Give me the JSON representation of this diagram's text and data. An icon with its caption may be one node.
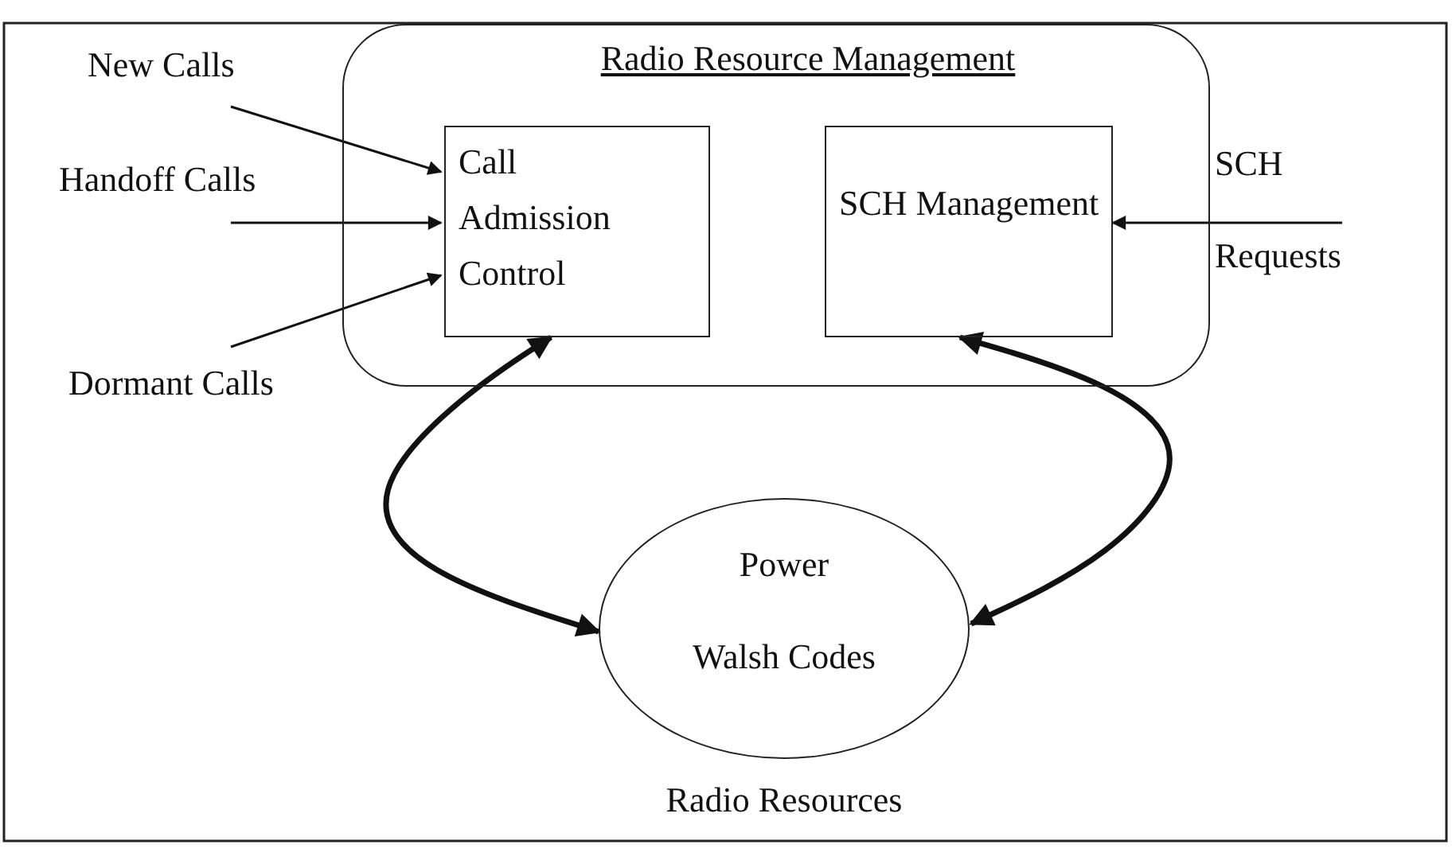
{
  "diagram": {
    "nodes": [
      {
        "text": [
          "Radio Resource Management"
        ]
      },
      {
        "text": [
          "Call Admission Control"
        ],
        "in": 0
      },
      {
        "text": [
          "SCH Management"
        ],
        "in": 0
      },
      {
        "text": [
          "Power",
          "Walsh Codes"
        ],
        "beside": [
          "Radio Resources"
        ]
      },
      {
        "text": [
          "New Calls"
        ]
      },
      {
        "text": [
          "Handoff Calls"
        ]
      },
      {
        "text": [
          "Dormant Calls"
        ]
      },
      {
        "text": [
          "SCH Requests"
        ]
      }
    ],
    "edges": [
      {
        "from": 4,
        "to": 1,
        "arrow": "to"
      },
      {
        "from": 5,
        "to": 1,
        "arrow": "to"
      },
      {
        "from": 6,
        "to": 1,
        "arrow": "to"
      },
      {
        "from": 7,
        "to": 2,
        "arrow": "to"
      },
      {
        "from": 1,
        "to": 3,
        "arrow": "both",
        "style": "thick"
      },
      {
        "from": 2,
        "to": 3,
        "arrow": "both",
        "style": "thick"
      }
    ]
  }
}
